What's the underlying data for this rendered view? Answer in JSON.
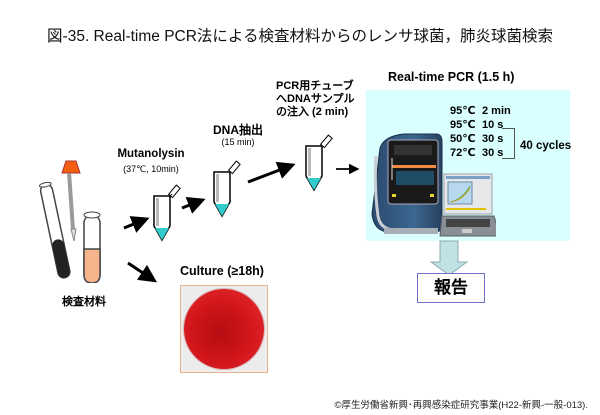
{
  "title": "図-35.  Real-time PCR法による検査材料からのレンサ球菌，肺炎球菌検索",
  "steps": {
    "sample": {
      "label": "検査材料",
      "icon": "specimen-tubes-icon"
    },
    "mutanolysin": {
      "label": "Mutanolysin",
      "sub": "(37℃, 10min)",
      "icon": "microtube-icon"
    },
    "dna_extraction": {
      "label": "DNA抽出",
      "sub": "(15 min)",
      "icon": "microtube-icon"
    },
    "injection": {
      "lines": [
        "PCR用チューブ",
        "へDNAサンプル",
        "の注入 (2 min)"
      ],
      "icon": "pcr-tube-icon"
    },
    "realtime_pcr": {
      "label": "Real-time PCR (1.5 h)",
      "program": [
        {
          "temp": "95℃",
          "time": "2 min"
        },
        {
          "temp": "95℃",
          "time": "10 s"
        },
        {
          "temp": "50℃",
          "time": "30 s"
        },
        {
          "temp": "72℃",
          "time": "30 s"
        }
      ],
      "cycles_label": "40 cycles",
      "icon": "thermal-cycler-icon"
    },
    "culture": {
      "label": "Culture (≥18h)",
      "icon": "blood-agar-plate-icon"
    },
    "report": {
      "label": "報告"
    }
  },
  "colors": {
    "panel_bg": "#d9ffff",
    "tube_liquid": "#33cccc",
    "sample_liquid": "#f6b48c",
    "dropper_cap": "#f06010",
    "report_border": "#7070c8",
    "down_arrow": "#bfe2e4"
  },
  "footer": "©厚生労働省新興･再興感染症研究事業(H22-新興-一般-013)."
}
